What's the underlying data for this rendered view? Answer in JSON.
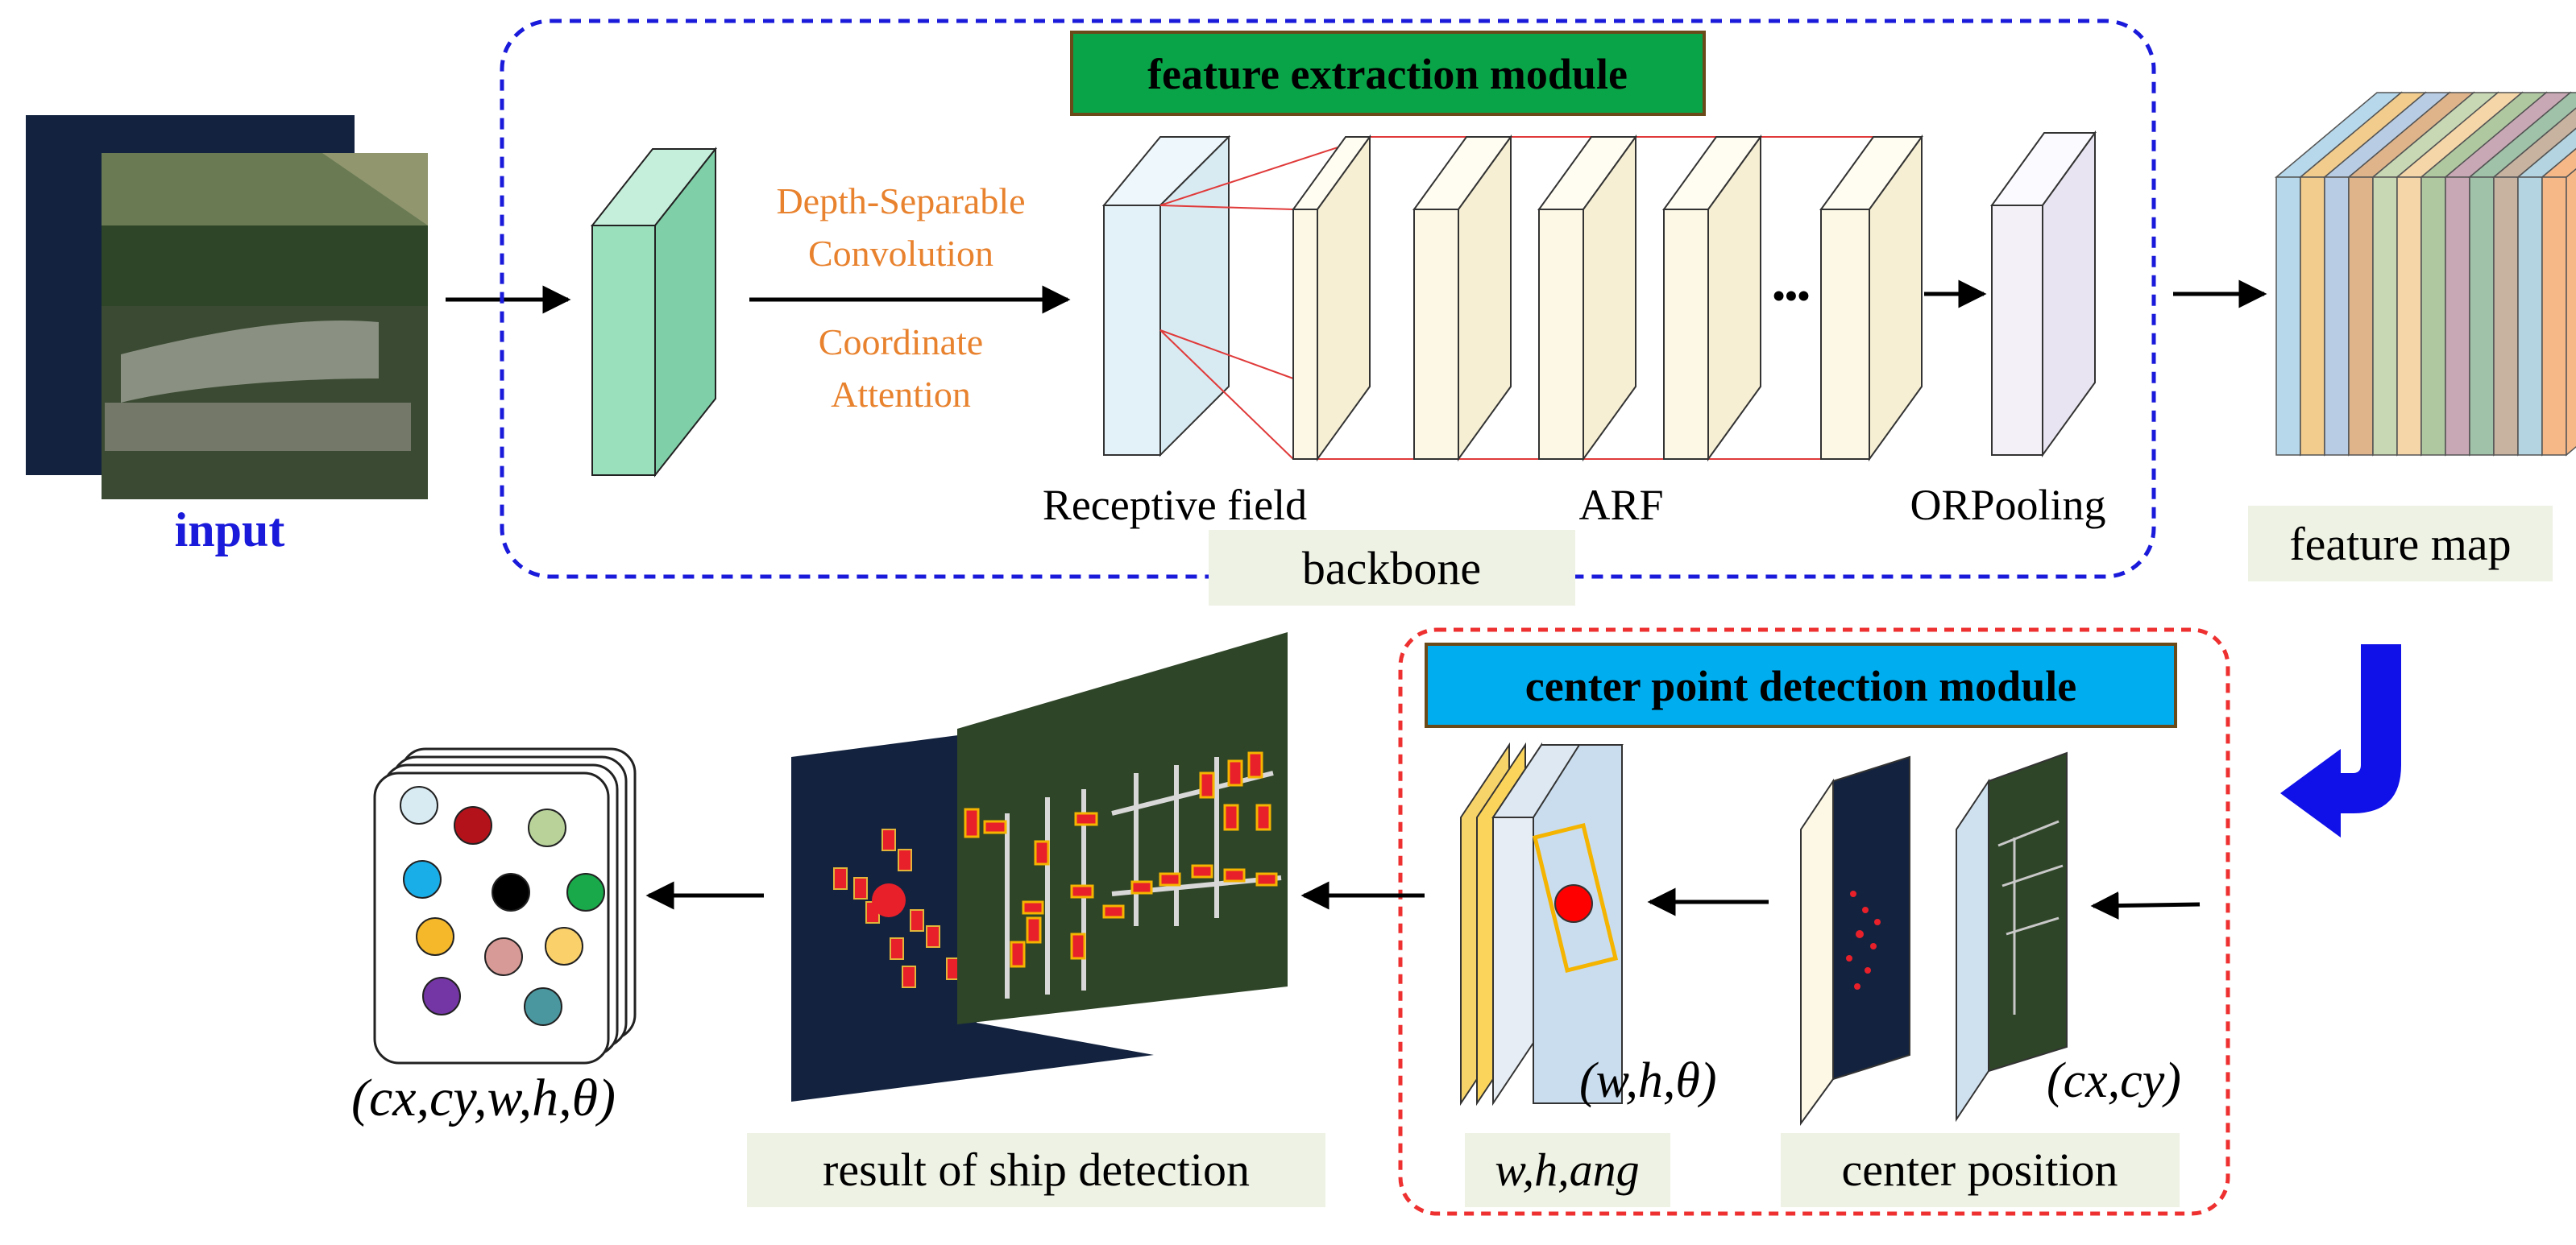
{
  "top": {
    "input_label": "input",
    "conv_text_line1": "Depth-Separable",
    "conv_text_line2": "Convolution",
    "attn_text_line1": "Coordinate",
    "attn_text_line2": "Attention",
    "module_title": "feature extraction module",
    "receptive_label": "Receptive field",
    "arf_label": "ARF",
    "orpooling_label": "ORPooling",
    "backbone_label": "backbone",
    "ellipsis": "•••",
    "feature_map_label": "feature map"
  },
  "bottom": {
    "module_title": "center point detection module",
    "whtheta_label": "(w,h,θ)",
    "cxcy_label": "(cx,cy)",
    "wh_ang_label": "w,h,ang",
    "center_position_label": "center position",
    "result_label": "result of ship detection",
    "output_label": "(cx,cy,w,h,θ)"
  },
  "colors": {
    "input_blue": "#1a1adb",
    "orange_text": "#e8822e",
    "green_header": "#0aa448",
    "cyan_header": "#00aeef",
    "blue_dash": "#1a1adb",
    "red_dash": "#ee3030",
    "label_bg": "#eef2e4",
    "turn_arrow": "#1010e8",
    "green_block": "#9ae0bd",
    "receptive_block": "#e3f1f8",
    "cream_block": "#fdf8e6",
    "orpool_block": "#f3f0f8",
    "ocean": "#13233f",
    "land": "#2f4528"
  },
  "icons": {
    "arrow": "right-arrow-icon",
    "turn": "u-turn-arrow-icon",
    "ship_box": "bounding-box-icon"
  },
  "feature_map_colors": [
    "#b6d8ea",
    "#f2cc8c",
    "#b8cce4",
    "#e0b48a",
    "#c8d8b4",
    "#f5d6a8",
    "#b0c8a0",
    "#c9a8b5",
    "#9fc2a8",
    "#c7b3a0",
    "#b3d4e0",
    "#f7b888"
  ],
  "output_dots": [
    "#d8ebf3",
    "#b4121b",
    "#b8d29a",
    "#1aaee8",
    "#000000",
    "#19a84a",
    "#f5b82a",
    "#d79a96",
    "#f9d06a",
    "#7436a5",
    "#4a97a0"
  ]
}
